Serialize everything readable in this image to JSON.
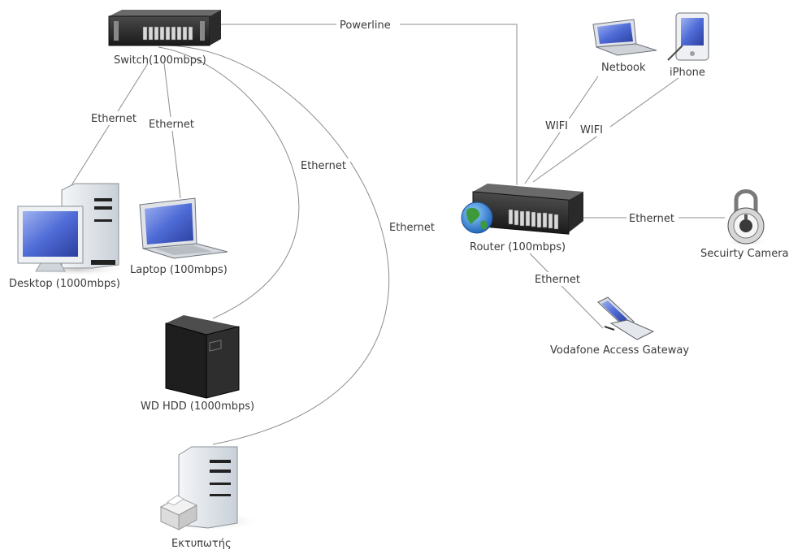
{
  "nodes": {
    "switch": "Switch(100mbps)",
    "router": "Router (100mbps)",
    "desktop": "Desktop (1000mbps)",
    "laptop": "Laptop (100mbps)",
    "wd_hdd": "WD HDD (1000mbps)",
    "printer": "Εκτυπωτής",
    "netbook": "Netbook",
    "iphone": "iPhone",
    "camera": "Secuirty Camera",
    "gateway": "Vodafone Access Gateway"
  },
  "links": {
    "powerline": "Powerline",
    "sw_desktop": "Ethernet",
    "sw_laptop": "Ethernet",
    "sw_hdd": "Ethernet",
    "sw_printer": "Ethernet",
    "rt_netbook": "WIFI",
    "rt_iphone": "WIFI",
    "rt_camera": "Ethernet",
    "rt_gateway": "Ethernet"
  }
}
